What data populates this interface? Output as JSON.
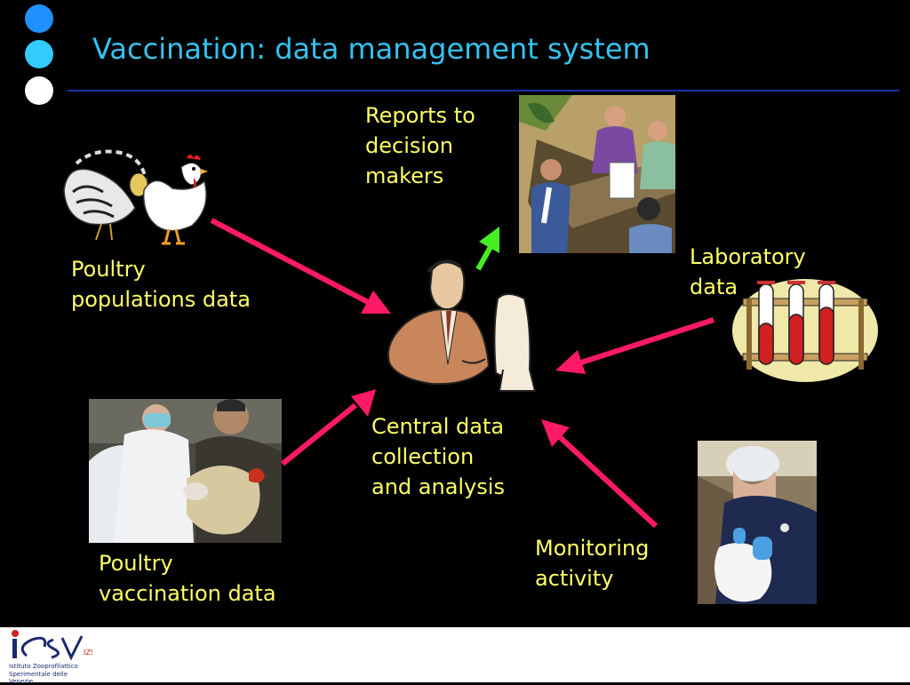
{
  "slide": {
    "title": "Vaccination: data management system",
    "bullets": [
      {
        "color": "#1e90ff"
      },
      {
        "color": "#33ccff"
      },
      {
        "color": "#ffffff"
      }
    ]
  },
  "nodes": {
    "reports": {
      "line1": "Reports to",
      "line2": "decision",
      "line3": "makers"
    },
    "poultry_populations": {
      "line1": "Poultry",
      "line2": "populations data"
    },
    "laboratory": {
      "line1": "Laboratory",
      "line2": "data"
    },
    "central": {
      "line1": "Central data",
      "line2": "collection",
      "line3": "and analysis"
    },
    "poultry_vaccination": {
      "line1": "Poultry",
      "line2": "vaccination data"
    },
    "monitoring": {
      "line1": "Monitoring",
      "line2": "activity"
    }
  },
  "colors": {
    "text": "#ffff66",
    "title": "#33c3f0",
    "input_arrow": "#ff1a66",
    "output_arrow": "#44ee22"
  },
  "footer": {
    "logo_mark": "IZSVe",
    "logo_line1": "Istituto Zooprofilattico",
    "logo_line2": "Sperimentale delle Venezie"
  }
}
